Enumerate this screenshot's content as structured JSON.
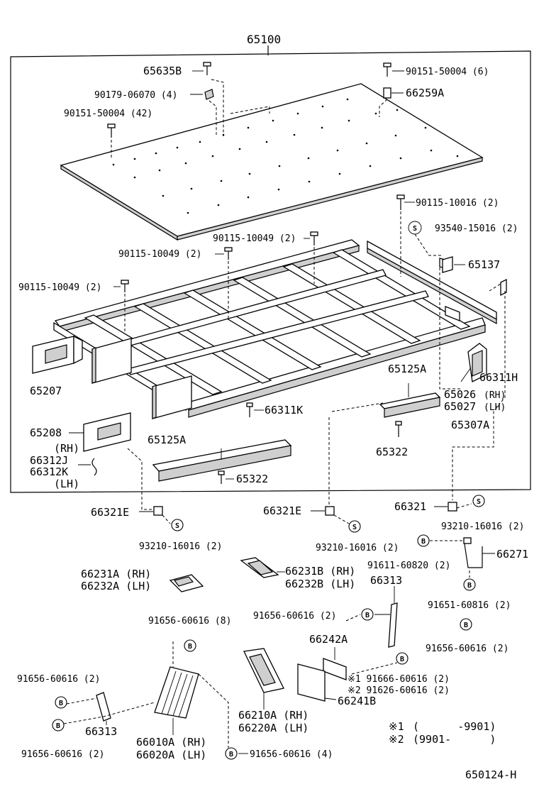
{
  "diagram_code": "650124-H",
  "assembly": "65100",
  "parts": {
    "p65635B": "65635B",
    "p90151_6": "90151-50004 (6)",
    "p90179": "90179-06070 (4)",
    "p66259A": "66259A",
    "p90151_42": "90151-50004 (42)",
    "p90115_10016": "90115-10016 (2)",
    "p93540": "93540-15016 (2)",
    "p90115_10049_a": "90115-10049 (2)",
    "p90115_10049_b": "90115-10049 (2)",
    "p90115_10049_c": "90115-10049 (2)",
    "p65137": "65137",
    "p65207": "65207",
    "p65125A_r": "65125A",
    "p66311H": "66311H",
    "p65026": "65026",
    "p65026_side": "(RH)",
    "p65027": "65027",
    "p65027_side": "(LH)",
    "p66311K": "66311K",
    "p65307A": "65307A",
    "p65208": "65208",
    "p65208_side": "(RH)",
    "p66312J": "66312J",
    "p66312K": "66312K",
    "p66312K_side": "(LH)",
    "p65125A_l": "65125A",
    "p65322_r": "65322",
    "p65322_l": "65322",
    "p66321E_l": "66321E",
    "p66321E_m": "66321E",
    "p66321": "66321",
    "p93210_l": "93210-16016 (2)",
    "p93210_m": "93210-16016 (2)",
    "p93210_r": "93210-16016 (2)",
    "p91611": "91611-60820 (2)",
    "p66271": "66271",
    "p66231A": "66231A (RH)",
    "p66232A": "66232A (LH)",
    "p66231B": "66231B (RH)",
    "p66232B": "66232B (LH)",
    "p66313_r": "66313",
    "p91651": "91651-60816 (2)",
    "p91656_8": "91656-60616 (8)",
    "p91656_m2": "91656-60616 (2)",
    "p91656_r2": "91656-60616 (2)",
    "p66242A": "66242A",
    "p91666": "※1 91666-60616 (2)",
    "p91626": "※2 91626-60616 (2)",
    "p66241B": "66241B",
    "p91656_tl": "91656-60616 (2)",
    "p66313_l": "66313",
    "p91656_bl": "91656-60616 (2)",
    "p66010A": "66010A (RH)",
    "p66020A": "66020A (LH)",
    "p91656_4": "91656-60616 (4)",
    "p66210A": "66210A (RH)",
    "p66220A": "66220A (LH)"
  },
  "badge_letters": {
    "s": "S",
    "b": "B"
  },
  "notes": {
    "n1_mark": "※1",
    "n1_text": "(      -9901)",
    "n2_mark": "※2",
    "n2_text": "(9901-      )"
  }
}
